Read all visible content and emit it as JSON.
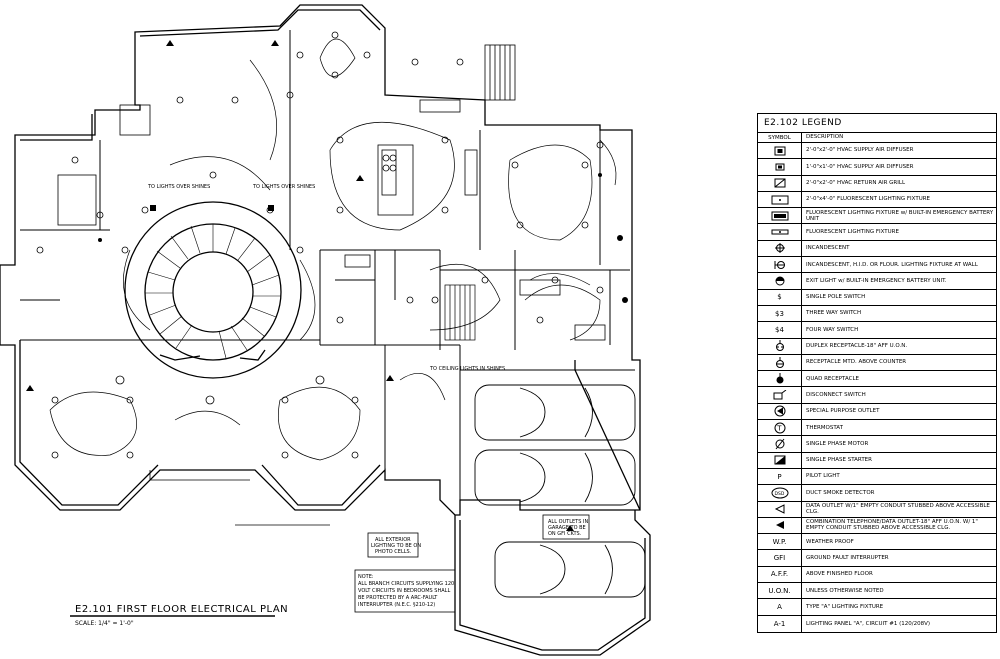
{
  "drawing": {
    "title": "E2.101  FIRST FLOOR  ELECTRICAL  PLAN",
    "scale": "SCALE: 1/4\" = 1'-0\"",
    "notes": {
      "exterior_lighting": [
        "ALL EXTERIOR",
        "LIGHTING TO BE ON",
        "PHOTO CELLS."
      ],
      "garage_outlets": [
        "ALL OUTLETS IN",
        "GARAGE TO BE",
        "ON GFI CKTS."
      ],
      "branch_circuits": [
        "NOTE:",
        "ALL BRANCH CIRCUITS SUPPLYING 120",
        "VOLT CIRCUITS IN BEDROOMS SHALL",
        "BE PROTECTED BY A ARC-FAULT",
        "INTERRUPTER (N.E.C. §210-12)"
      ]
    },
    "callouts": {
      "lights_over_shines_left": "TO LIGHTS OVER SHINES",
      "lights_over_shines_right": "TO LIGHTS OVER SHINES",
      "ceiling_lights": "TO CEILING LIGHTS IN SHINES"
    }
  },
  "legend": {
    "title": "E2.102    LEGEND",
    "col_symbol": "SYMBOL",
    "col_description": "DESCRIPTION",
    "rows": [
      {
        "symbol": "",
        "icon": "supply-diffuser-2x2-icon",
        "description": "2'-0\"x2'-0\" HVAC SUPPLY AIR DIFFUSER"
      },
      {
        "symbol": "",
        "icon": "supply-diffuser-1x1-icon",
        "description": "1'-0\"x1'-0\" HVAC SUPPLY AIR DIFFUSER"
      },
      {
        "symbol": "",
        "icon": "return-grill-icon",
        "description": "2'-0\"x2'-0\" HVAC RETURN AIR GRILL"
      },
      {
        "symbol": "",
        "icon": "fluorescent-fixture-2x4-icon",
        "description": "2'-0\"x4'-0\" FLUORESCENT LIGHTING FIXTURE"
      },
      {
        "symbol": "",
        "icon": "fluorescent-battery-icon",
        "description": "FLUORESCENT LIGHTING FIXTURE w/ BUILT-IN EMERGENCY BATTERY UNIT"
      },
      {
        "symbol": "",
        "icon": "fluorescent-fixture-icon",
        "description": "FLUORESCENT LIGHTING FIXTURE"
      },
      {
        "symbol": "",
        "icon": "incandescent-icon",
        "description": "INCANDESCENT"
      },
      {
        "symbol": "",
        "icon": "wall-fixture-icon",
        "description": "INCANDESCENT, H.I.D. OR FLOUR. LIGHTING FIXTURE AT WALL"
      },
      {
        "symbol": "",
        "icon": "exit-light-icon",
        "description": "EXIT LIGHT w/ BUILT-IN EMERGENCY BATTERY UNIT."
      },
      {
        "symbol": "$",
        "icon": "",
        "description": "SINGLE POLE SWITCH"
      },
      {
        "symbol": "$3",
        "icon": "",
        "description": "THREE WAY SWITCH"
      },
      {
        "symbol": "$4",
        "icon": "",
        "description": "FOUR WAY SWITCH"
      },
      {
        "symbol": "",
        "icon": "duplex-receptacle-icon",
        "description": "DUPLEX RECEPTACLE-18\" AFF U.O.N."
      },
      {
        "symbol": "",
        "icon": "counter-receptacle-icon",
        "description": "RECEPTACLE MTD. ABOVE COUNTER"
      },
      {
        "symbol": "",
        "icon": "quad-receptacle-icon",
        "description": "QUAD RECEPTACLE"
      },
      {
        "symbol": "",
        "icon": "disconnect-switch-icon",
        "description": "DISCONNECT SWITCH"
      },
      {
        "symbol": "",
        "icon": "special-outlet-icon",
        "description": "SPECIAL PURPOSE OUTLET"
      },
      {
        "symbol": "",
        "icon": "thermostat-icon",
        "description": "THERMOSTAT"
      },
      {
        "symbol": "",
        "icon": "motor-icon",
        "description": "SINGLE PHASE MOTOR"
      },
      {
        "symbol": "",
        "icon": "starter-icon",
        "description": "SINGLE PHASE STARTER"
      },
      {
        "symbol": "P",
        "icon": "",
        "description": "PILOT LIGHT"
      },
      {
        "symbol": "",
        "icon": "duct-smoke-detector-icon",
        "description": "DUCT SMOKE DETECTOR"
      },
      {
        "symbol": "",
        "icon": "data-outlet-icon",
        "description": "DATA OUTLET W/1\" EMPTY CONDUIT STUBBED ABOVE ACCESSIBLE CLG."
      },
      {
        "symbol": "",
        "icon": "combo-outlet-icon",
        "description": "COMBINATION TELEPHONE/DATA OUTLET-18\" AFF U.O.N. W/ 1\" EMPTY CONDUIT STUBBED ABOVE ACCESSIBLE CLG."
      },
      {
        "symbol": "W.P.",
        "icon": "",
        "description": "WEATHER PROOF"
      },
      {
        "symbol": "GFI",
        "icon": "",
        "description": "GROUND FAULT INTERRUPTER"
      },
      {
        "symbol": "A.F.F.",
        "icon": "",
        "description": "ABOVE FINISHED FLOOR"
      },
      {
        "symbol": "U.O.N.",
        "icon": "",
        "description": "UNLESS OTHERWISE NOTED"
      },
      {
        "symbol": "A",
        "icon": "",
        "description": "TYPE \"A\" LIGHTING FIXTURE"
      },
      {
        "symbol": "A-1",
        "icon": "",
        "description": "LIGHTING PANEL \"A\", CIRCUIT #1 (120/208V)"
      }
    ]
  }
}
